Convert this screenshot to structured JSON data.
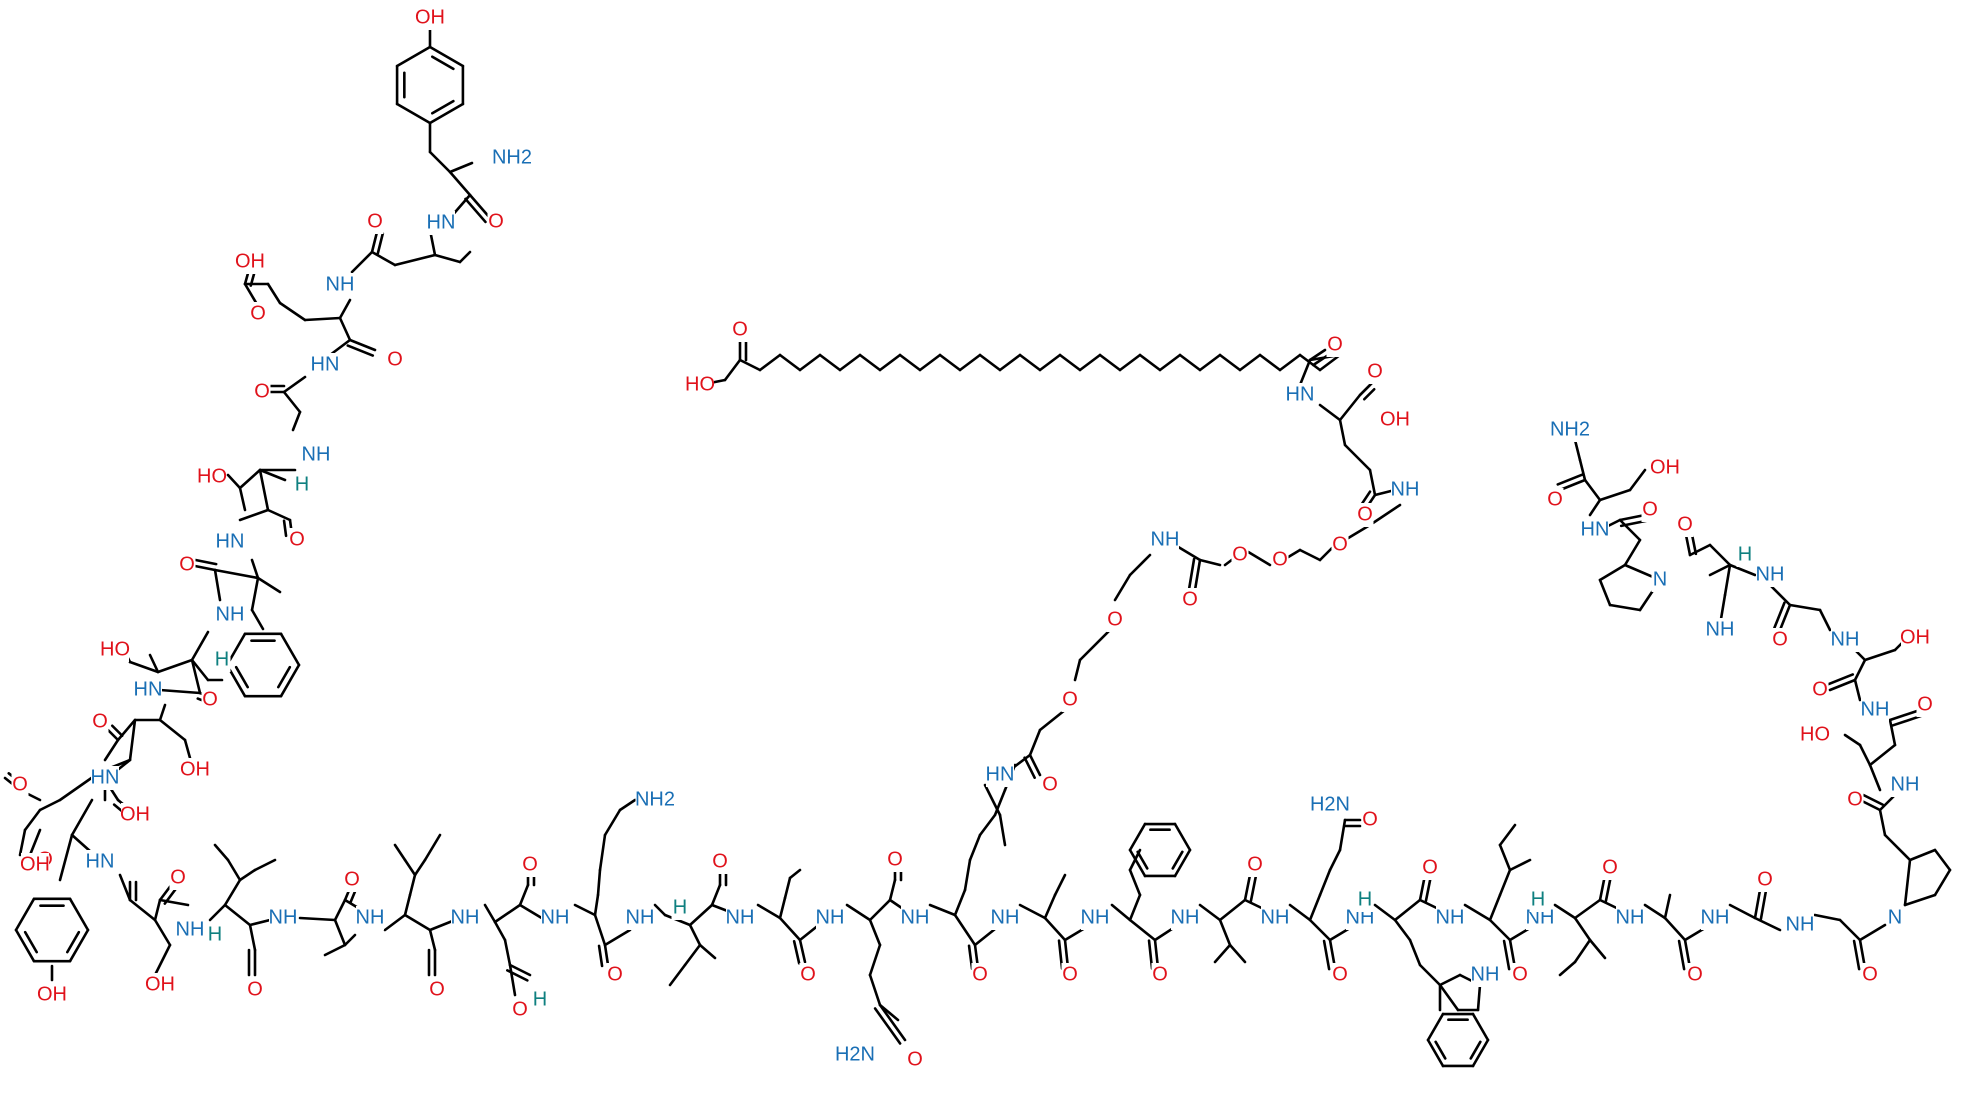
{
  "colors": {
    "bond": "#000000",
    "oxygen": "#e0121b",
    "nitrogen": "#1a6fb5",
    "stereo_hydrogen": "#0f8080"
  },
  "labels": {
    "oh": "OH",
    "ho": "HO",
    "o": "O",
    "nh": "NH",
    "hn": "HN",
    "nh2": "NH2",
    "h2n": "H2N",
    "h": "H",
    "n": "N"
  }
}
